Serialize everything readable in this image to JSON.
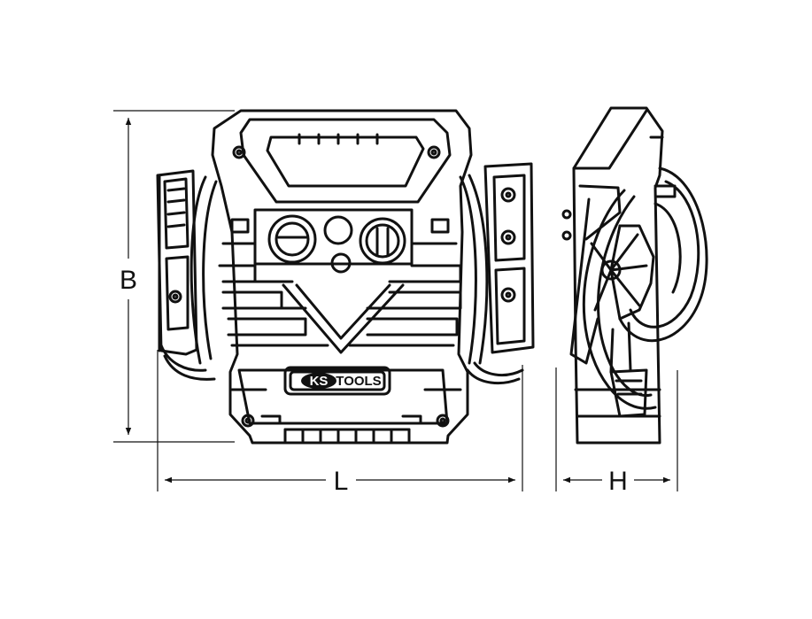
{
  "dimensions": {
    "height_label": "B",
    "length_label": "L",
    "depth_label": "H"
  },
  "logo": {
    "brand_left": "KS",
    "brand_right": "TOOLS"
  },
  "colors": {
    "line": "#111111",
    "background": "#ffffff"
  }
}
